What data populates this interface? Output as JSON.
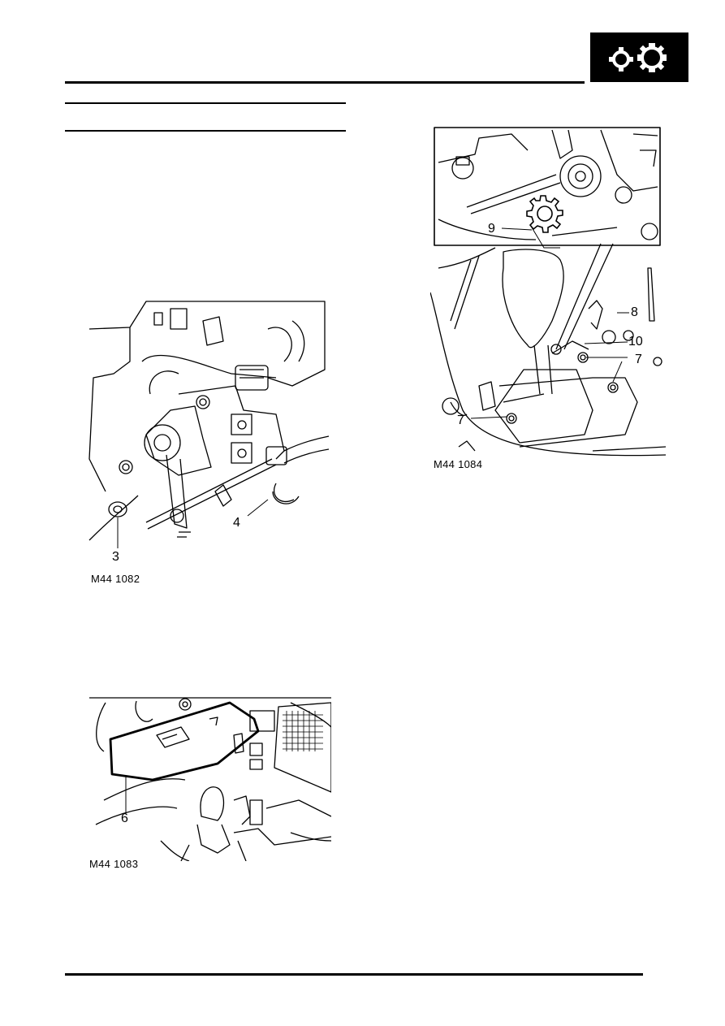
{
  "header": {
    "gear_icon": "gear-pair-icon"
  },
  "figures": {
    "fig1": {
      "code": "M44 1082",
      "callouts": [
        "3",
        "4"
      ]
    },
    "fig2": {
      "code": "M44 1083",
      "callouts": [
        "6"
      ]
    },
    "fig3": {
      "code": "M44 1084",
      "callouts": [
        "9",
        "8",
        "10",
        "7",
        "7"
      ]
    }
  },
  "colors": {
    "ink": "#000000",
    "paper": "#ffffff"
  }
}
